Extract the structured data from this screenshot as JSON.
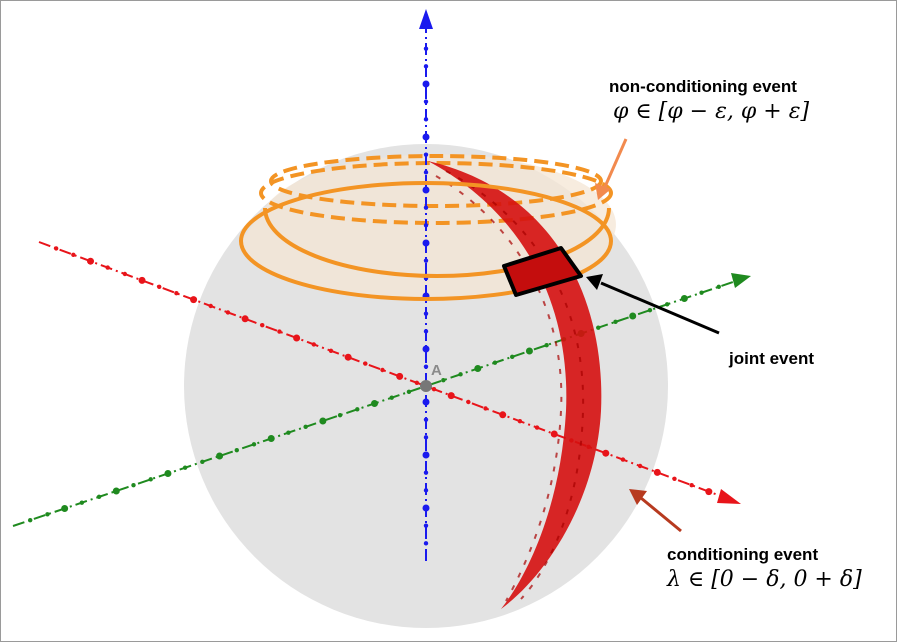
{
  "labels": {
    "non_conditioning_title": "non-conditioning event",
    "non_conditioning_formula": "φ ∈ [φ − ε, φ + ε]",
    "joint": "joint event",
    "conditioning_title": "conditioning event",
    "conditioning_formula": "λ ∈ [0 − δ, 0 + δ]",
    "origin": "A"
  },
  "colors": {
    "sphere": "#e3e3e3",
    "band_orange": "#f39424",
    "strip_red": "#d50f0f",
    "axis_x": "#e8141a",
    "axis_y": "#1f8a1f",
    "axis_z": "#1a1aee",
    "arrow_orange": "#f28a4e",
    "arrow_dark_red": "#b73a1f",
    "arrow_black": "#000000"
  }
}
